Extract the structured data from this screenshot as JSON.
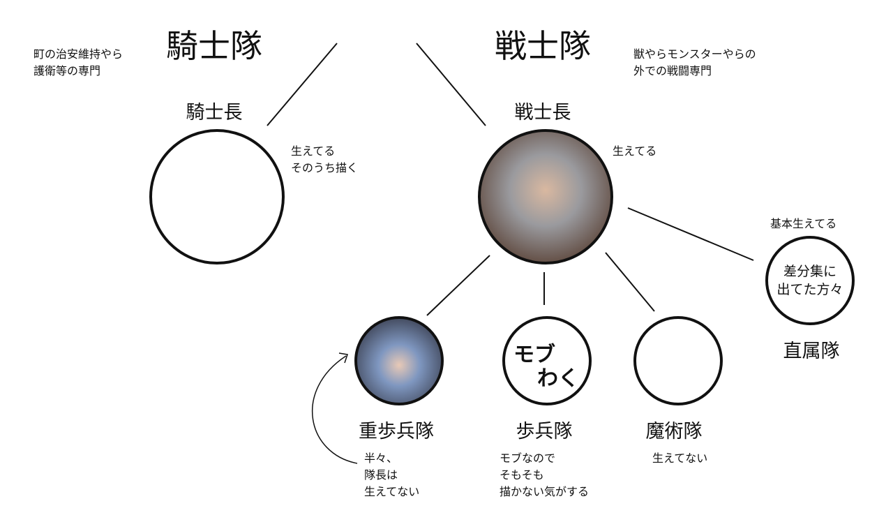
{
  "knights": {
    "title": "騎士隊",
    "description": [
      "町の治安維持やら",
      "護衛等の専門"
    ],
    "leader": {
      "title": "騎士長",
      "note": [
        "生えてる",
        "そのうち描く"
      ]
    }
  },
  "warriors": {
    "title": "戦士隊",
    "description": [
      "獣やらモンスターやらの",
      "外での戦闘専門"
    ],
    "leader": {
      "title": "戦士長",
      "note": [
        "生えてる"
      ]
    },
    "direct": {
      "title": "直属隊",
      "note": "基本生えてる",
      "inner": [
        "差分集に",
        "出てた方々"
      ]
    },
    "units": [
      {
        "title": "重歩兵隊",
        "note": [
          "半々、",
          "隊長は",
          "生えてない"
        ]
      },
      {
        "title": "歩兵隊",
        "note": [
          "モブなので",
          "そもそも",
          "描かない気がする"
        ],
        "inner": [
          "モブ",
          "わく"
        ]
      },
      {
        "title": "魔術隊",
        "note": [
          "生えてない"
        ]
      }
    ]
  }
}
